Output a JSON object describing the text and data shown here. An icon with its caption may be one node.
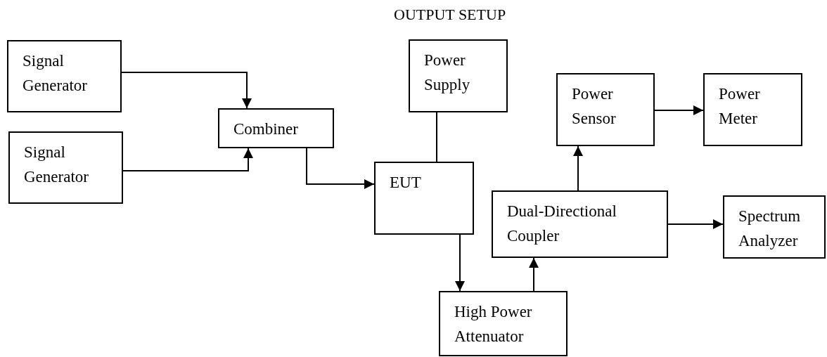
{
  "diagram": {
    "title": "OUTPUT SETUP",
    "nodes": [
      {
        "text": [
          "Signal Generator"
        ]
      },
      {
        "text": [
          "Signal Generator"
        ]
      },
      {
        "text": [
          "Combiner"
        ]
      },
      {
        "text": [
          "Power Supply"
        ]
      },
      {
        "text": [
          "EUT"
        ]
      },
      {
        "text": [
          "Power Sensor"
        ]
      },
      {
        "text": [
          "Power Meter"
        ]
      },
      {
        "text": [
          "Dual-Directional Coupler"
        ]
      },
      {
        "text": [
          "Spectrum Analyzer"
        ]
      },
      {
        "text": [
          "High Power Attenuator"
        ]
      }
    ],
    "edges": [
      {
        "from": 0,
        "to": 2,
        "arrow": "to"
      },
      {
        "from": 1,
        "to": 2,
        "arrow": "to"
      },
      {
        "from": 2,
        "to": 4,
        "arrow": "to"
      },
      {
        "from": 3,
        "to": 4,
        "arrow": "none"
      },
      {
        "from": 4,
        "to": 9,
        "arrow": "to"
      },
      {
        "from": 9,
        "to": 7,
        "arrow": "to"
      },
      {
        "from": 7,
        "to": 5,
        "arrow": "to"
      },
      {
        "from": 5,
        "to": 6,
        "arrow": "to"
      },
      {
        "from": 7,
        "to": 8,
        "arrow": "to"
      }
    ]
  }
}
